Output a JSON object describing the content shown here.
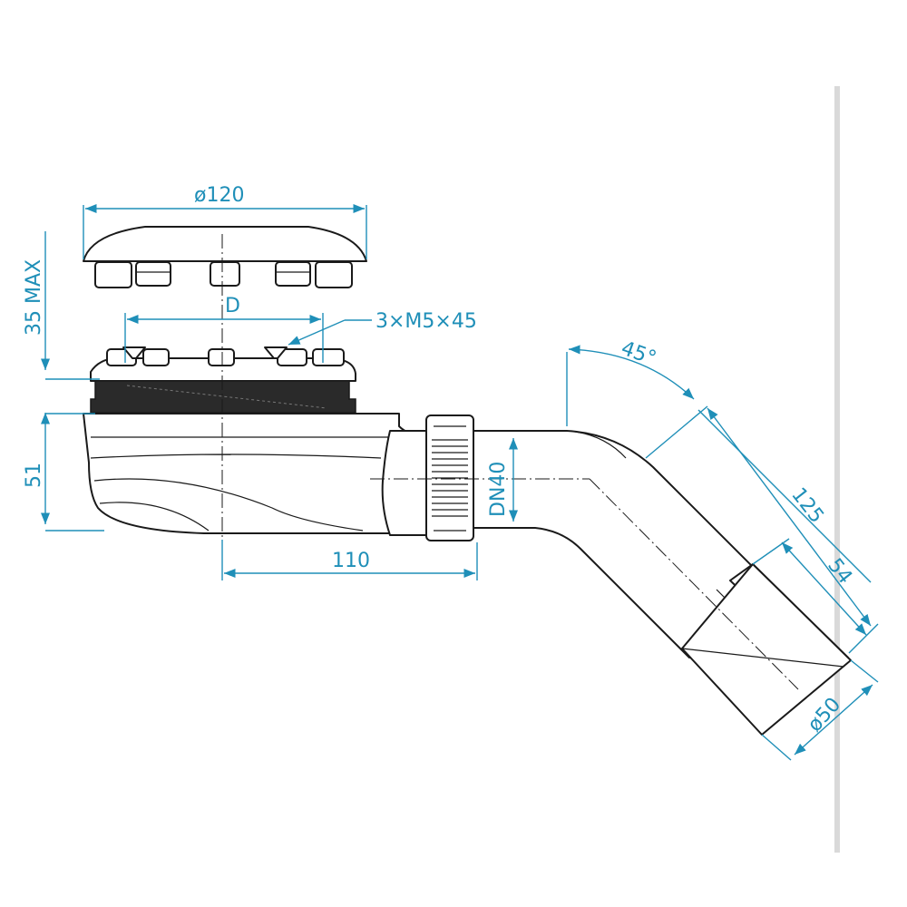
{
  "drawing": {
    "labels": {
      "cover_diameter": "ø120",
      "max_height": "35 MAX",
      "bolt_circle": "D",
      "screws": "3×M5×45",
      "body_height": "51",
      "outlet_offset": "110",
      "inlet_size": "DN40",
      "elbow_angle": "45°",
      "elbow_length": "125",
      "sleeve_length": "54",
      "outlet_diameter": "ø50"
    },
    "colors": {
      "dimension": "#1f8fb8",
      "outline": "#1a1a1a",
      "wall": "#d9d9d9"
    }
  }
}
